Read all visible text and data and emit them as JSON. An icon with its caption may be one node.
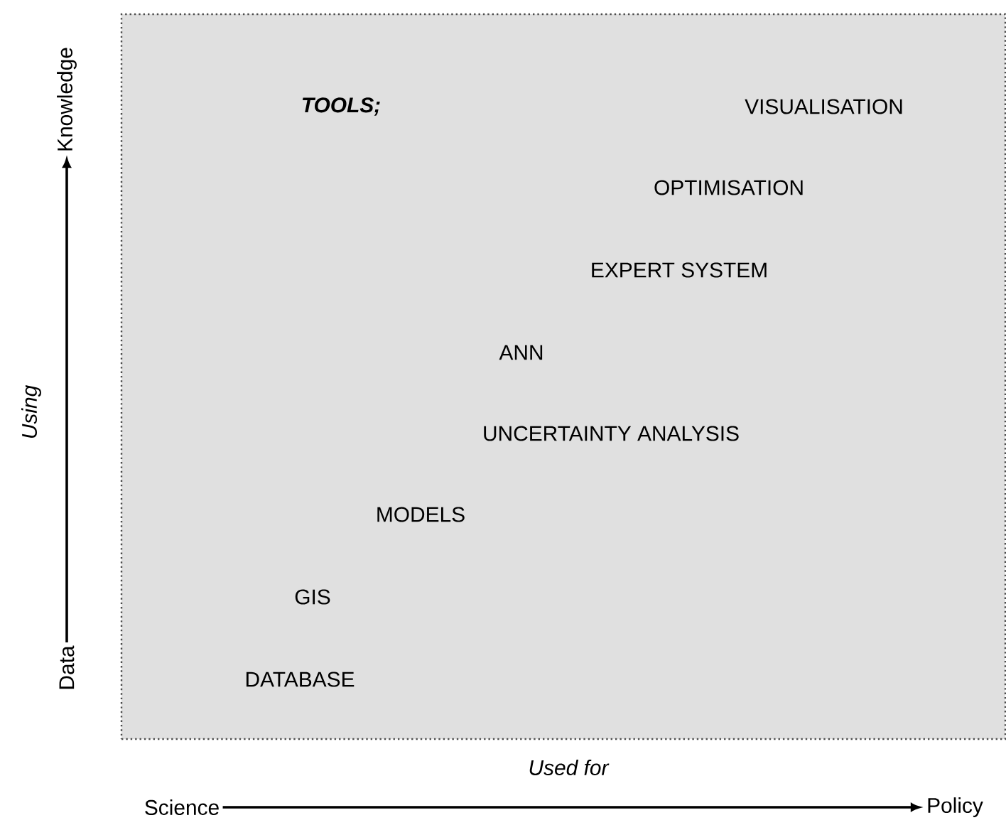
{
  "diagram": {
    "nodes": [
      {
        "text": [
          "TOOLS;",
          "VISUALISATION",
          "OPTIMISATION",
          "EXPERT SYSTEM",
          "ANN",
          "UNCERTAINTY ANALYSIS",
          "MODELS",
          "GIS",
          "DATABASE"
        ]
      },
      {
        "text": [
          "Knowledge"
        ]
      },
      {
        "text": [
          "Data"
        ]
      },
      {
        "text": [
          "Science"
        ]
      },
      {
        "text": [
          "Policy"
        ]
      }
    ],
    "edges": [
      {
        "from": 2,
        "to": 1,
        "arrow": "to",
        "label": "Using"
      },
      {
        "from": 3,
        "to": 4,
        "arrow": "to",
        "label": "Used for"
      }
    ]
  }
}
